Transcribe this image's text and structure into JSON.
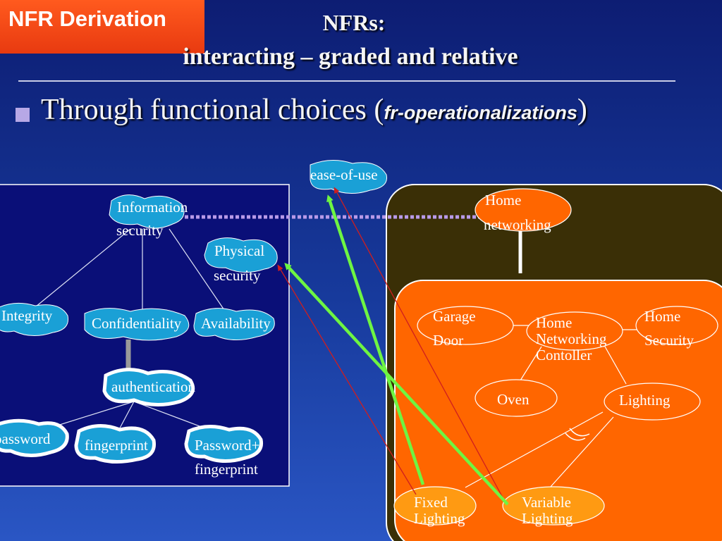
{
  "badge": "NFR Derivation",
  "title": {
    "line1": "NFRs:",
    "line2": "interacting – graded and relative"
  },
  "bullet": {
    "text": "Through functional choices (",
    "emphasis": "fr-operationalizations",
    "close": ")"
  },
  "softgoals": {
    "ease_of_use": "ease-of-use",
    "information": "Information",
    "security": "security",
    "physical": "Physical",
    "physical_security": "security",
    "integrity": "Integrity",
    "confidentiality": "Confidentiality",
    "availability": "Availability",
    "authentication": "authentication",
    "password": "password",
    "fingerprint": "fingerprint",
    "pwfp1": "Password+",
    "pwfp2": "fingerprint"
  },
  "home": {
    "home_networking1": "Home",
    "home_networking2": "networking",
    "garage1": "Garage",
    "garage2": "Door",
    "controller1": "Home",
    "controller2": "Networking",
    "controller3": "Contoller",
    "security1": "Home",
    "security2": "Security",
    "oven": "Oven",
    "lighting": "Lighting",
    "fixed1": "Fixed",
    "fixed2": "Lighting",
    "variable1": "Variable",
    "variable2": "Lighting"
  },
  "colors": {
    "softgoal_fill": "#1aa0d6",
    "home_fill": "#ff6600",
    "arrow_green": "#6ef542",
    "arrow_red": "#d01e1e"
  }
}
